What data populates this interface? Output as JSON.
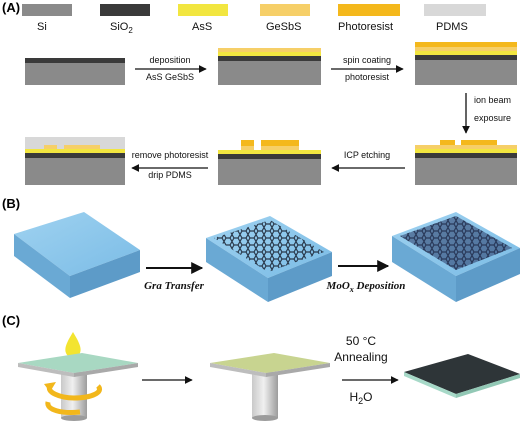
{
  "panels": {
    "a": {
      "label": "(A)",
      "legend": [
        {
          "name": "Si",
          "color": "#8a8a8a"
        },
        {
          "name": "SiO",
          "sub": "2",
          "color": "#3a3a3a"
        },
        {
          "name": "AsS",
          "color": "#f2e640"
        },
        {
          "name": "GeSbS",
          "color": "#f6cf68"
        },
        {
          "name": "Photoresist",
          "color": "#f4b81c"
        },
        {
          "name": "PDMS",
          "color": "#d8d8d8"
        }
      ],
      "steps": {
        "deposition_top": "deposition",
        "deposition_bottom": "AsS GeSbS",
        "spin_top": "spin coating",
        "spin_bottom": "photoresist",
        "ion_top": "ion beam",
        "ion_bottom": "exposure",
        "icp": "ICP etching",
        "remove_top": "remove photoresist",
        "remove_bottom": "drip PDMS"
      }
    },
    "b": {
      "label": "(B)",
      "transfer": "Gra Transfer",
      "deposition_prefix": "MoO",
      "deposition_sub": "x",
      "deposition_suffix": " Deposition"
    },
    "c": {
      "label": "(C)",
      "temp": "50 °C",
      "annealing": "Annealing",
      "h2o_prefix": "H",
      "h2o_sub": "2",
      "h2o_suffix": "O"
    }
  },
  "colors": {
    "si": "#8a8a8a",
    "sio2": "#3a3a3a",
    "ass": "#f2e640",
    "gesbs": "#f6cf68",
    "photoresist": "#f4b81c",
    "pdms": "#d8d8d8",
    "substrate_blue": "#8ec7ea",
    "graphene": "#2d3a4e",
    "film_teal": "#a7d9c8"
  }
}
